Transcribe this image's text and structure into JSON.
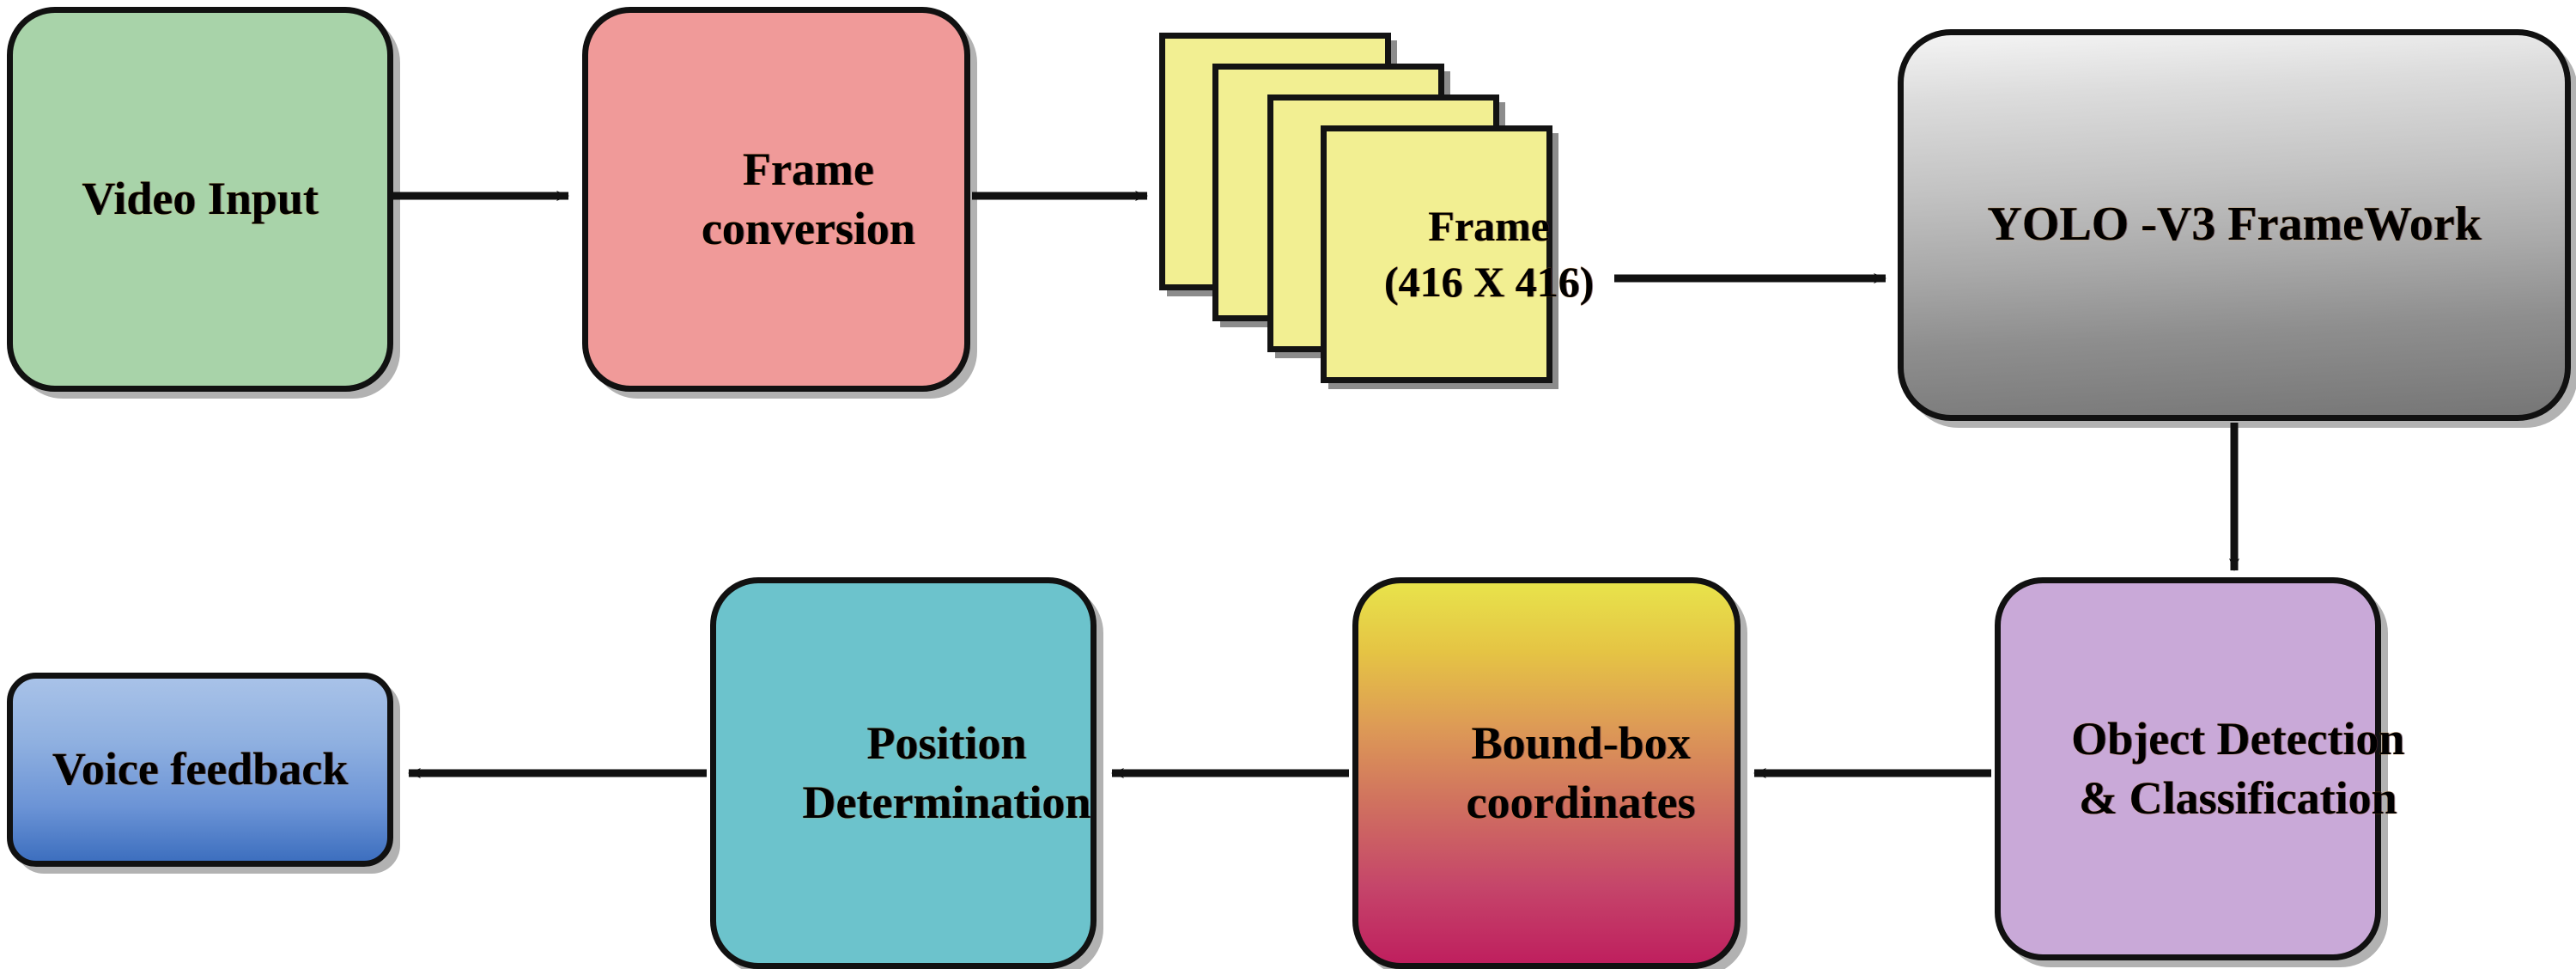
{
  "diagram": {
    "title": "YOLO-V3 video object detection and voice feedback pipeline",
    "orientation": "left-to-right top row, right-to-left bottom row",
    "background_color": "#ffffff",
    "nodes": [
      {
        "id": "video-input",
        "label": "Video Input",
        "shape": "rounded-rectangle",
        "fill": "#a8d3a9",
        "row": "top",
        "order": 1
      },
      {
        "id": "frame-conversion",
        "label_line1": "Frame",
        "label_line2": "conversion",
        "shape": "rounded-rectangle",
        "fill": "#f09a99",
        "row": "top",
        "order": 2
      },
      {
        "id": "frame-stack",
        "label_line1": "Frame",
        "label_line2": "(416 X 416)",
        "shape": "stacked-sheets",
        "sheet_count": 4,
        "fill": "#f2ef92",
        "row": "top",
        "order": 3
      },
      {
        "id": "yolo-framework",
        "label": "YOLO -V3 FrameWork",
        "shape": "rounded-rectangle",
        "fill_gradient_from": "#f4f4f4",
        "fill_gradient_to": "#767676",
        "row": "top",
        "order": 4
      },
      {
        "id": "object-detection",
        "label_line1": "Object Detection",
        "label_line2": "& Classification",
        "shape": "rounded-rectangle",
        "fill": "#c9a9d8",
        "row": "bottom",
        "order": 5
      },
      {
        "id": "bound-box-coordinates",
        "label_line1": "Bound-box",
        "label_line2": "coordinates",
        "shape": "rounded-rectangle",
        "fill_gradient_from": "#e8e34b",
        "fill_gradient_to": "#bf1f5e",
        "row": "bottom",
        "order": 6
      },
      {
        "id": "position-determination",
        "label_line1": "Position",
        "label_line2": "Determination",
        "shape": "rounded-rectangle",
        "fill": "#6cc3cc",
        "row": "bottom",
        "order": 7
      },
      {
        "id": "voice-feedback",
        "label": "Voice feedback",
        "shape": "rounded-rectangle",
        "fill_gradient_from": "#a8c2e8",
        "fill_gradient_to": "#3d6fbf",
        "row": "bottom",
        "order": 8
      }
    ],
    "edges": [
      {
        "id": "e1",
        "from": "video-input",
        "to": "frame-conversion",
        "direction": "right"
      },
      {
        "id": "e2",
        "from": "frame-conversion",
        "to": "frame-stack",
        "direction": "right"
      },
      {
        "id": "e3",
        "from": "frame-stack",
        "to": "yolo-framework",
        "direction": "right"
      },
      {
        "id": "e4",
        "from": "yolo-framework",
        "to": "object-detection",
        "direction": "down"
      },
      {
        "id": "e5",
        "from": "object-detection",
        "to": "bound-box-coordinates",
        "direction": "left"
      },
      {
        "id": "e6",
        "from": "bound-box-coordinates",
        "to": "position-determination",
        "direction": "left"
      },
      {
        "id": "e7",
        "from": "position-determination",
        "to": "voice-feedback",
        "direction": "left"
      }
    ],
    "stroke_color": "#111111"
  }
}
